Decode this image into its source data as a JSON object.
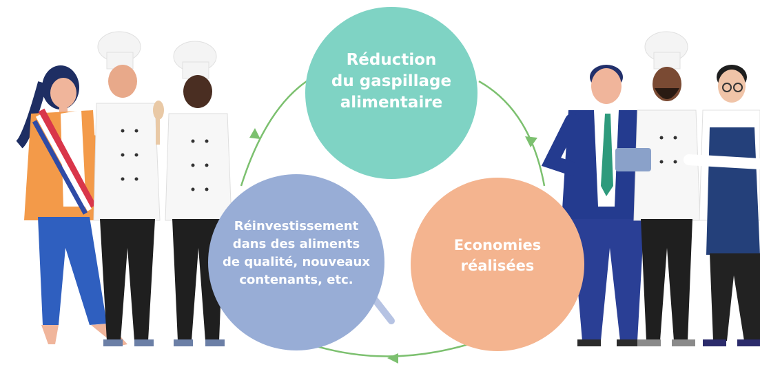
{
  "diagram": {
    "nodes": [
      {
        "id": "reduction",
        "label": "Réduction\ndu gaspillage\nalimentaire",
        "color": "#7fd3c4"
      },
      {
        "id": "economies",
        "label": "Economies\nréalisées",
        "color": "#f4b48f"
      },
      {
        "id": "reinvestissement",
        "label": "Réinvestissement\ndans des aliments\nde qualité, nouveaux\ncontenants, etc.",
        "color": "#98add6"
      }
    ],
    "cycle_arrow_color": "#7cc06f"
  },
  "illustration": {
    "left_group": [
      "mayor-figure",
      "chef-figure",
      "chef-figure"
    ],
    "right_group": [
      "businessman-figure",
      "chef-figure",
      "waitress-figure"
    ]
  }
}
